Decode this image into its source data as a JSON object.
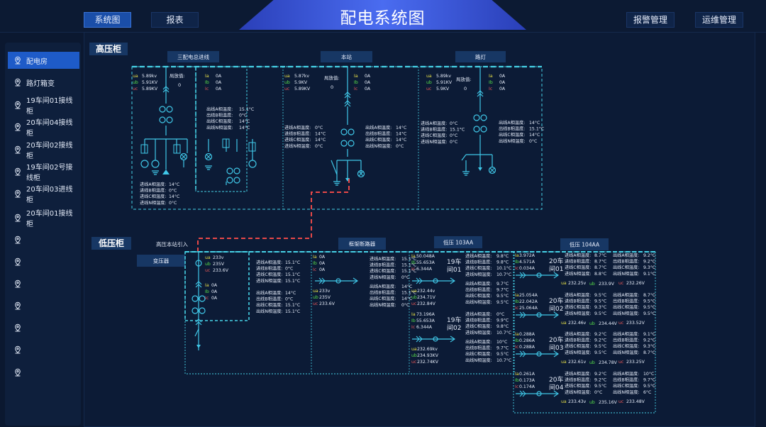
{
  "header": {
    "title": "配电系统图",
    "nav_left": [
      "系统图",
      "报表"
    ],
    "nav_right": [
      "报警管理",
      "运维管理"
    ]
  },
  "sidebar": {
    "items": [
      "配电房",
      "路灯箱变",
      "19车间01接线柜",
      "20车间04接线柜",
      "20车间02接线柜",
      "19车间02号接线柜",
      "20车间03进线柜",
      "20车间01接线柜",
      "",
      "",
      "",
      "",
      "",
      "",
      ""
    ]
  },
  "high": {
    "label": "高压柜",
    "panels": [
      {
        "title": "三配电总进线",
        "fault_label": "局放值:",
        "fault": "0",
        "ua": "5.89kv",
        "ub": "5.91KV",
        "uc": "5.89KV",
        "ia": "0A",
        "ib": "0A",
        "ic": "0A",
        "temps_top": [
          [
            "出线A相温度:",
            "15.1°C"
          ],
          [
            "出线B相温度:",
            "0°C"
          ],
          [
            "出线C相温度:",
            "14°C"
          ],
          [
            "出线N相温度:",
            "14°C"
          ]
        ],
        "temps_bottom": [
          [
            "进线A相温度:",
            "14°C"
          ],
          [
            "进线B相温度:",
            "0°C"
          ],
          [
            "进线C相温度:",
            "14°C"
          ],
          [
            "进线N相温度:",
            "0°C"
          ]
        ]
      },
      {
        "title": "本站",
        "fault_label": "局放值:",
        "fault": "0",
        "ua": "5.87kv",
        "ub": "5.9KV",
        "uc": "5.89KV",
        "ia": "0A",
        "ib": "0A",
        "ic": "0A",
        "temps_left": [
          [
            "进线A相温度:",
            "0°C"
          ],
          [
            "进线B相温度:",
            "14°C"
          ],
          [
            "进线C相温度:",
            "14°C"
          ],
          [
            "进线N相温度:",
            "0°C"
          ]
        ],
        "temps_right": [
          [
            "出线A相温度:",
            "14°C"
          ],
          [
            "出线B相温度:",
            "14°C"
          ],
          [
            "出线C相温度:",
            "14°C"
          ],
          [
            "出线N相温度:",
            "0°C"
          ]
        ]
      },
      {
        "title": "路灯",
        "fault_label": "局放值:",
        "fault": "0",
        "ua": "5.89kv",
        "ub": "5.91KV",
        "uc": "5.9KV",
        "ia": "0A",
        "ib": "0A",
        "ic": "0A",
        "temps_left": [
          [
            "进线A相温度:",
            "0°C"
          ],
          [
            "进线B相温度:",
            "15.1°C"
          ],
          [
            "进线C相温度:",
            "0°C"
          ],
          [
            "进线N相温度:",
            "0°C"
          ]
        ],
        "temps_right": [
          [
            "出线A相温度:",
            "14°C"
          ],
          [
            "出线B相温度:",
            "15.1°C"
          ],
          [
            "出线C相温度:",
            "14°C"
          ],
          [
            "出线N相温度:",
            "0°C"
          ]
        ]
      }
    ]
  },
  "low": {
    "label": "低压柜",
    "source": "高压本站引入",
    "transformer": "变压器",
    "breaker": "框架断路器",
    "low103": "低压  103AA",
    "low104": "低压    104AA",
    "tr": {
      "ua": "233v",
      "ub": "235V",
      "uc": "233.6V",
      "ia": "0A",
      "ib": "0A",
      "ic": "0A",
      "temps1": [
        [
          "进线A相温度:",
          "15.1°C"
        ],
        [
          "进线B相温度:",
          "0°C"
        ],
        [
          "进线C相温度:",
          "15.1°C"
        ],
        [
          "进线N相温度:",
          "15.1°C"
        ]
      ],
      "temps2": [
        [
          "出线A相温度:",
          "14°C"
        ],
        [
          "出线B相温度:",
          "0°C"
        ],
        [
          "出线C相温度:",
          "15.1°C"
        ],
        [
          "出线N相温度:",
          "15.1°C"
        ]
      ]
    },
    "fr": {
      "ia": "0A",
      "ib": "0A",
      "ic": "0A",
      "ua": "233v",
      "ub": "235V",
      "uc": "233.6V",
      "temps1": [
        [
          "进线A相温度:",
          "15.1°C"
        ],
        [
          "进线B相温度:",
          "15.1°C"
        ],
        [
          "进线C相温度:",
          "15.1°C"
        ],
        [
          "进线N相温度:",
          "0°C"
        ]
      ],
      "temps2": [
        [
          "出线A相温度:",
          "14°C"
        ],
        [
          "出线B相温度:",
          "15.1°C"
        ],
        [
          "出线C相温度:",
          "14°C"
        ],
        [
          "出线N相温度:",
          "0°C"
        ]
      ]
    },
    "c103": [
      {
        "name1": "19车",
        "name2": "间01",
        "ia": "50.048A",
        "ib": "55.653A",
        "ic": "6.344A",
        "ua": "232.44v",
        "ub": "234.71V",
        "uc": "232.84V",
        "t1": [
          [
            "进线A相温度:",
            "9.8°C"
          ],
          [
            "进线B相温度:",
            "9.8°C"
          ],
          [
            "进线C相温度:",
            "10.1°C"
          ],
          [
            "进线N相温度:",
            "10.7°C"
          ]
        ],
        "t2": [
          [
            "出线A相温度:",
            "9.7°C"
          ],
          [
            "出线B相温度:",
            "9.7°C"
          ],
          [
            "出线C相温度:",
            "9.5°C"
          ],
          [
            "出线N相温度:",
            "9.5°C"
          ]
        ]
      },
      {
        "name1": "19车",
        "name2": "间02",
        "ia": "73.196A",
        "ib": "55.653A",
        "ic": "6.344A",
        "ua": "232.69kv",
        "ub": "234.93KV",
        "uc": "232.74KV",
        "t1": [
          [
            "进线A相温度:",
            "0°C"
          ],
          [
            "进线B相温度:",
            "9.9°C"
          ],
          [
            "进线C相温度:",
            "9.8°C"
          ],
          [
            "进线N相温度:",
            "10.7°C"
          ]
        ],
        "t2": [
          [
            "出线A相温度:",
            "10°C"
          ],
          [
            "出线B相温度:",
            "9.7°C"
          ],
          [
            "出线C相温度:",
            "9.5°C"
          ],
          [
            "出线N相温度:",
            "10.7°C"
          ]
        ]
      }
    ],
    "c104": [
      {
        "name1": "20车",
        "name2": "间01",
        "ia": "3.972A",
        "ib": "4.571A",
        "ic": "0.034A",
        "ua": "232.25v",
        "ub": "233.9V",
        "uc": "232.26V",
        "t1": [
          [
            "进线A相温度:",
            "8.7°C"
          ],
          [
            "进线B相温度:",
            "8.7°C"
          ],
          [
            "进线C相温度:",
            "8.7°C"
          ],
          [
            "进线N相温度:",
            "8.8°C"
          ]
        ],
        "t2": [
          [
            "出线A相温度:",
            "9.2°C"
          ],
          [
            "出线B相温度:",
            "9.2°C"
          ],
          [
            "出线C相温度:",
            "9.3°C"
          ],
          [
            "出线N相温度:",
            "9.1°C"
          ]
        ]
      },
      {
        "name1": "20车",
        "name2": "间02",
        "ia": "25.054A",
        "ib": "22.042A",
        "ic": "25.064A",
        "ua": "232.46v",
        "ub": "234.44V",
        "uc": "233.52V",
        "t1": [
          [
            "进线A相温度:",
            "9.5°C"
          ],
          [
            "进线B相温度:",
            "9.5°C"
          ],
          [
            "进线C相温度:",
            "9.3°C"
          ],
          [
            "进线N相温度:",
            "9.5°C"
          ]
        ],
        "t2": [
          [
            "出线A相温度:",
            "8.7°C"
          ],
          [
            "出线B相温度:",
            "9.5°C"
          ],
          [
            "出线C相温度:",
            "9.5°C"
          ],
          [
            "出线N相温度:",
            "9.5°C"
          ]
        ]
      },
      {
        "name1": "20车",
        "name2": "间03",
        "ia": "0.288A",
        "ib": "0.286A",
        "ic": "0.288A",
        "ua": "232.61v",
        "ub": "234.78V",
        "uc": "233.25V",
        "t1": [
          [
            "进线A相温度:",
            "9.2°C"
          ],
          [
            "进线B相温度:",
            "9.2°C"
          ],
          [
            "进线C相温度:",
            "9.5°C"
          ],
          [
            "进线N相温度:",
            "9.5°C"
          ]
        ],
        "t2": [
          [
            "出线A相温度:",
            "9.1°C"
          ],
          [
            "出线B相温度:",
            "9.2°C"
          ],
          [
            "出线C相温度:",
            "9.3°C"
          ],
          [
            "出线N相温度:",
            "8.7°C"
          ]
        ]
      },
      {
        "name1": "20车",
        "name2": "间04",
        "ia": "0.261A",
        "ib": "0.173A",
        "ic": "0.174A",
        "ua": "233.43v",
        "ub": "235.16V",
        "uc": "233.48V",
        "t1": [
          [
            "进线A相温度:",
            "9.2°C"
          ],
          [
            "进线B相温度:",
            "9.2°C"
          ],
          [
            "进线C相温度:",
            "9.5°C"
          ],
          [
            "进线N相温度:",
            "0°C"
          ]
        ],
        "t2": [
          [
            "出线A相温度:",
            "10°C"
          ],
          [
            "出线B相温度:",
            "9.7°C"
          ],
          [
            "出线C相温度:",
            "9.5°C"
          ],
          [
            "出线N相温度:",
            "6°C"
          ]
        ]
      }
    ]
  },
  "colors": {
    "bg": "#0b1830",
    "line": "#40c8e8",
    "dash": "#46d2e6",
    "red": "#e84848",
    "a": "#e8e048",
    "b": "#58e048",
    "c": "#e85858"
  }
}
